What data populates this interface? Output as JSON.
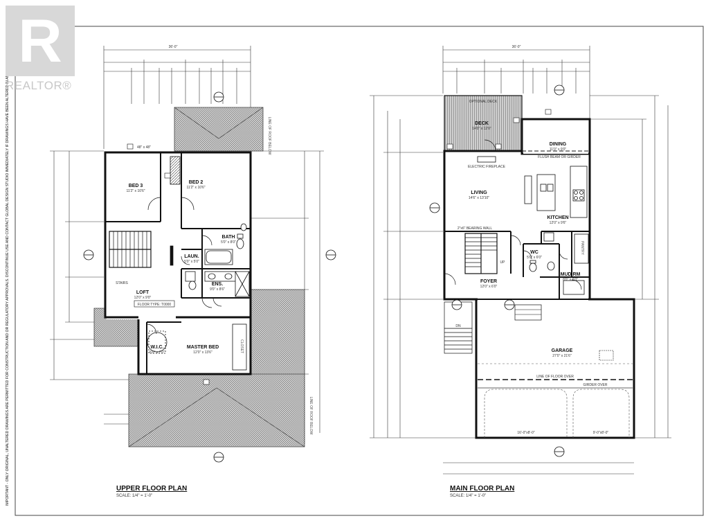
{
  "logo": {
    "mark": "R",
    "text": "REALTOR®",
    "color": "#cccccc"
  },
  "disclaimer": "IMPORTANT - ONLY ORIGINAL, UNALTERED DRAWINGS ARE PERMITTED FOR CONSTRUCTION AND OR REGULATORY APPROVALS. DISCONTINUE USE AND CONTACT GLOBAL DESIGN STUDIO IMMEDIATELY IF DRAWINGS HAVE BEEN ALTERED IN ANY WAY.",
  "upper": {
    "title": "UPPER FLOOR PLAN",
    "scale": "SCALE: 1/4\" = 1'-0\"",
    "overall_width": "36'-0\"",
    "rooms": {
      "bed3": {
        "name": "BED 3",
        "size": "11'2\" x 10'6\""
      },
      "bed2": {
        "name": "BED 2",
        "size": "11'2\" x 10'6\""
      },
      "bath": {
        "name": "BATH",
        "size": "5'0\" x 8'0\""
      },
      "laun": {
        "name": "LAUN.",
        "size": "5'0\" x 5'0\""
      },
      "ens": {
        "name": "ENS.",
        "size": "9'0\" x 8'6\""
      },
      "loft": {
        "name": "LOFT",
        "size": "12'0\" x 9'0\""
      },
      "wic": {
        "name": "W.I.C.",
        "size": "6'0\" x 7'0\""
      },
      "master": {
        "name": "MASTER BED",
        "size": "12'0\" x 13'6\""
      }
    },
    "floor_type": "FLOOR TYPE: T0000",
    "stairs": "STAIRS",
    "roof_note": "LINE OF ROOF BELOW",
    "window": "48\" x 48\""
  },
  "main": {
    "title": "MAIN FLOOR PLAN",
    "scale": "SCALE: 1/4\" = 1'-0\"",
    "overall_width": "36'-0\"",
    "rooms": {
      "deck": {
        "name": "DECK",
        "size": "14'0\" x 12'0\""
      },
      "dining": {
        "name": "DINING",
        "size": "11'0\" x 9'0\""
      },
      "living": {
        "name": "LIVING",
        "size": "14'6\" x 13'10\""
      },
      "kitchen": {
        "name": "KITCHEN",
        "size": "12'0\" x 9'6\""
      },
      "foyer": {
        "name": "FOYER",
        "size": "12'0\" x 6'0\""
      },
      "wc": {
        "name": "WC",
        "size": "5'0\" x 6'0\""
      },
      "mudrm": {
        "name": "MUD RM",
        "size": "8'0\" x 6'0\""
      },
      "garage": {
        "name": "GARAGE",
        "size": "27'0\" x 21'6\""
      }
    },
    "optional_deck": "OPTIONAL DECK",
    "fireplace": "ELECTRIC FIREPLACE",
    "flush_beam": "FLUSH BEAM OR GIRDER",
    "bearing_wall": "2\"x6\" BEARING WALL",
    "floor_over": "LINE OF FLOOR OVER",
    "girder_over": "GIRDER OVER",
    "door_left": "16'-0\"x8'-0\"",
    "door_right": "9'-0\"x8'-0\"",
    "pantry": "PANTRY",
    "dn": "DN",
    "up": "UP"
  }
}
